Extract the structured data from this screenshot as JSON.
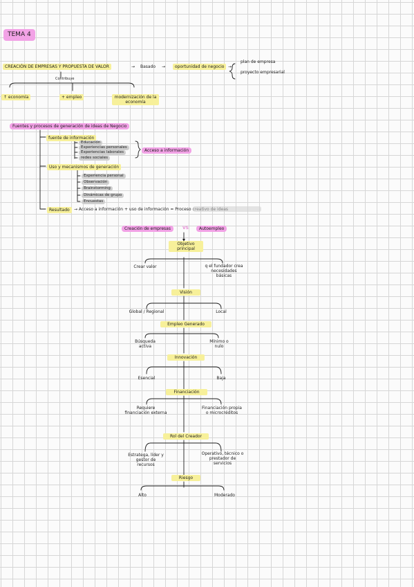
{
  "title": "TEMA 4",
  "section1": {
    "main": "CREACIÓN DE EMPRESAS Y PROPUESTA DE VALOR",
    "arrow1": "→",
    "basado": "Basado",
    "arrow2": "→",
    "oportunidad": "oportunidad de negocio",
    "arrow3": "→",
    "plan": "plan de empresa",
    "proyecto": "proyecto empresarial",
    "contribuye": "Contribuye",
    "items": [
      "↑ economía",
      "+ empleo",
      "modernización de la economía"
    ]
  },
  "section2": {
    "title": "Fuentes y procesos de generación de ideas de Negocio",
    "fuente": "fuente de información",
    "fuente_items": [
      "Educación",
      "Experiencias personales",
      "Experiencias laborales",
      "redes sociales"
    ],
    "acceso": "Acceso a información",
    "uso": "Uso y mecanismos de generación",
    "uso_items": [
      "Experiencia personal",
      "Observación",
      "Brainstorming",
      "Dinámicas de grupo",
      "Encuestas"
    ],
    "resultado": "Resultado",
    "formula": "→ Acceso a información + uso de información = Proceso creativo de ideas"
  },
  "section3": {
    "left": "Creación de empresas",
    "vs": "VS",
    "right": "Autoempleo",
    "nodes": [
      {
        "label": "Objetivo principal",
        "left": "Crear valor",
        "right": "q el fundador crea necesidades básicas"
      },
      {
        "label": "Visión",
        "left": "Global / Regional",
        "right": "Local"
      },
      {
        "label": "Empleo Generado",
        "left": "Búsqueda activa",
        "right": "Mínimo o nulo"
      },
      {
        "label": "Innovación",
        "left": "Esencial",
        "right": "Baja"
      },
      {
        "label": "Financiación",
        "left": "Requiere financiación externa",
        "right": "Financiación propia o microcréditos"
      },
      {
        "label": "Rol del Creador",
        "left": "Estratega, líder y gestor de recursos",
        "right": "Operativo, técnico o prestador de servicios"
      },
      {
        "label": "Riesgo",
        "left": "Alto",
        "right": "Moderado"
      }
    ]
  }
}
